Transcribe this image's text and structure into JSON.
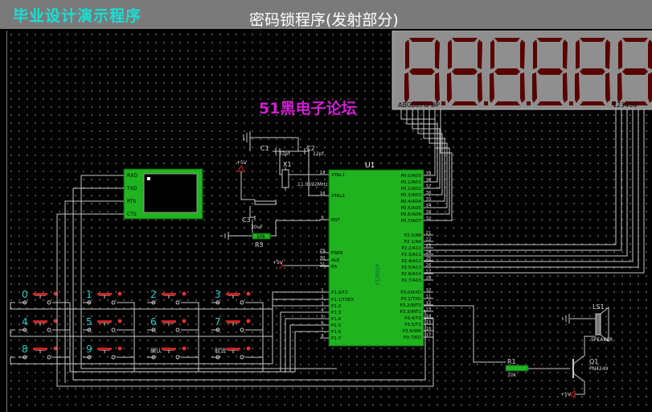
{
  "header": {
    "app_title": "毕业设计演示程序",
    "sheet_title": "密码锁程序(发射部分)"
  },
  "forum_label": "51黑电子论坛",
  "display": {
    "segment_label": "ABCDEFG DP",
    "digit_label": "123456"
  },
  "mcu": {
    "ref": "U1",
    "part": "AT89C52",
    "left_pins": [
      {
        "num": "19",
        "name": "XTAL1"
      },
      {
        "num": "18",
        "name": "XTAL2"
      },
      {
        "num": "9",
        "name": "RST"
      },
      {
        "num": "29",
        "name": "PSEN"
      },
      {
        "num": "30",
        "name": "ALE"
      },
      {
        "num": "31",
        "name": "EA"
      },
      {
        "num": "1",
        "name": "P1.0/T2"
      },
      {
        "num": "2",
        "name": "P1.1/T2EX"
      },
      {
        "num": "3",
        "name": "P1.2"
      },
      {
        "num": "4",
        "name": "P1.3"
      },
      {
        "num": "5",
        "name": "P1.4"
      },
      {
        "num": "6",
        "name": "P1.5"
      },
      {
        "num": "7",
        "name": "P1.6"
      },
      {
        "num": "8",
        "name": "P1.7"
      }
    ],
    "p0_pins": [
      {
        "num": "39",
        "name": "P0.0/AD0"
      },
      {
        "num": "38",
        "name": "P0.1/AD1"
      },
      {
        "num": "37",
        "name": "P0.2/AD2"
      },
      {
        "num": "36",
        "name": "P0.3/AD3"
      },
      {
        "num": "35",
        "name": "P0.4/AD4"
      },
      {
        "num": "34",
        "name": "P0.5/AD5"
      },
      {
        "num": "33",
        "name": "P0.6/AD6"
      },
      {
        "num": "32",
        "name": "P0.7/AD7"
      }
    ],
    "p2_pins": [
      {
        "num": "21",
        "name": "P2.0/A8"
      },
      {
        "num": "22",
        "name": "P2.1/A9"
      },
      {
        "num": "23",
        "name": "P2.2/A10"
      },
      {
        "num": "24",
        "name": "P2.3/A11"
      },
      {
        "num": "25",
        "name": "P2.4/A12"
      },
      {
        "num": "26",
        "name": "P2.5/A13"
      },
      {
        "num": "27",
        "name": "P2.6/A14"
      },
      {
        "num": "28",
        "name": "P2.7/A15"
      }
    ],
    "p3_pins": [
      {
        "num": "10",
        "name": "P3.0/RXD"
      },
      {
        "num": "11",
        "name": "P3.1/TXD"
      },
      {
        "num": "12",
        "name": "P3.2/INT0"
      },
      {
        "num": "13",
        "name": "P3.3/INT1"
      },
      {
        "num": "14",
        "name": "P3.4/T0"
      },
      {
        "num": "15",
        "name": "P3.5/T1"
      },
      {
        "num": "16",
        "name": "P3.6/WR"
      },
      {
        "num": "17",
        "name": "P3.7/RD"
      }
    ]
  },
  "parts": {
    "c1_ref": "C1",
    "c1_val": "22pf",
    "c2_ref": "C2",
    "c2_val": "22pf",
    "x1_ref": "X1",
    "x1_val": "11.0592MHz",
    "c3_ref": "C3",
    "c3_val": "20uF",
    "r3_ref": "R3",
    "r3_val": "10k",
    "r1_ref": "R1",
    "r1_val": "10k",
    "ls1_ref": "LS1",
    "ls1_val": "SPEAKER",
    "q1_ref": "Q1",
    "q1_val": "PN4249",
    "vcc": "+5V"
  },
  "terminal": {
    "pins": [
      "RXD",
      "TXD",
      "RTS",
      "CTS"
    ]
  },
  "keypad": {
    "keys": [
      "0",
      "1",
      "2",
      "3",
      "4",
      "5",
      "6",
      "7",
      "8",
      "9",
      "确认",
      "取消"
    ]
  },
  "colors": {
    "wire": "#c8c8c8",
    "mcu_fill": "#1fb31f",
    "segment_off": "#5a0000",
    "title_cyan": "#17e0d6",
    "forum_magenta": "#d01fd0"
  }
}
